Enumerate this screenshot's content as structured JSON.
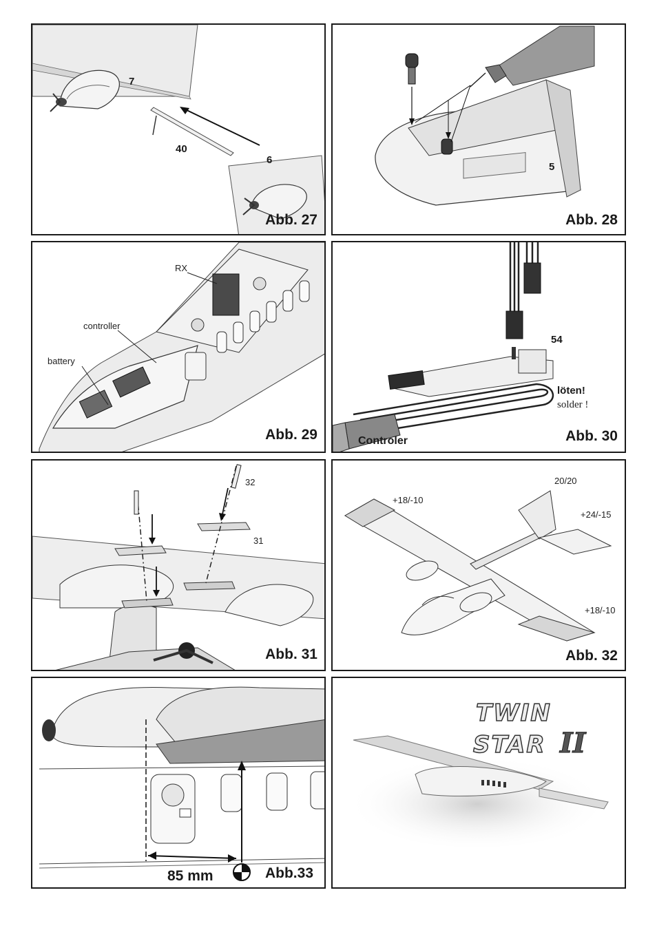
{
  "figures": {
    "abb27": {
      "label": "Abb. 27",
      "parts": [
        "7",
        "40",
        "6"
      ]
    },
    "abb28": {
      "label": "Abb. 28",
      "parts": [
        "5"
      ]
    },
    "abb29": {
      "label": "Abb. 29",
      "callouts": [
        "RX",
        "controller",
        "battery"
      ]
    },
    "abb30": {
      "label": "Abb. 30",
      "part": "54",
      "solder_de": "löten!",
      "solder_en": "solder !",
      "controller": "Controler"
    },
    "abb31": {
      "label": "Abb. 31",
      "parts": [
        "32",
        "31"
      ]
    },
    "abb32": {
      "label": "Abb. 32",
      "deflections": [
        "+18/-10",
        "20/20",
        "+24/-15",
        "+18/-10"
      ]
    },
    "abb33": {
      "label": "Abb.33",
      "distance": "85 mm"
    },
    "logo": {
      "text": "TWIN STAR II"
    }
  },
  "colors": {
    "line": "#1a1a1a",
    "fill_light": "#ededed",
    "fill_mid": "#cfcfcf",
    "fill_dark": "#8a8a8a"
  }
}
